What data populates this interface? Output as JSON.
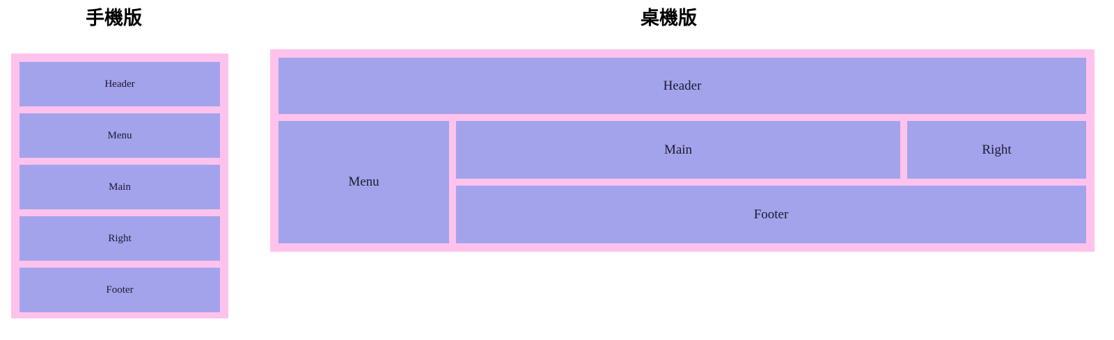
{
  "page": {
    "background_color": "#ffffff",
    "pink_color": "#ffc2ec",
    "purple_color": "#a3a3ec",
    "text_color": "#1a1a2e"
  },
  "mobile": {
    "title": "手機版",
    "blocks": [
      {
        "name": "header",
        "label": "Header"
      },
      {
        "name": "menu",
        "label": "Menu"
      },
      {
        "name": "main",
        "label": "Main"
      },
      {
        "name": "right",
        "label": "Right"
      },
      {
        "name": "footer",
        "label": "Footer"
      }
    ]
  },
  "desktop": {
    "title": "桌機版",
    "blocks": [
      {
        "name": "header",
        "label": "Header"
      },
      {
        "name": "menu",
        "label": "Menu"
      },
      {
        "name": "main",
        "label": "Main"
      },
      {
        "name": "right",
        "label": "Right"
      },
      {
        "name": "footer",
        "label": "Footer"
      }
    ]
  }
}
